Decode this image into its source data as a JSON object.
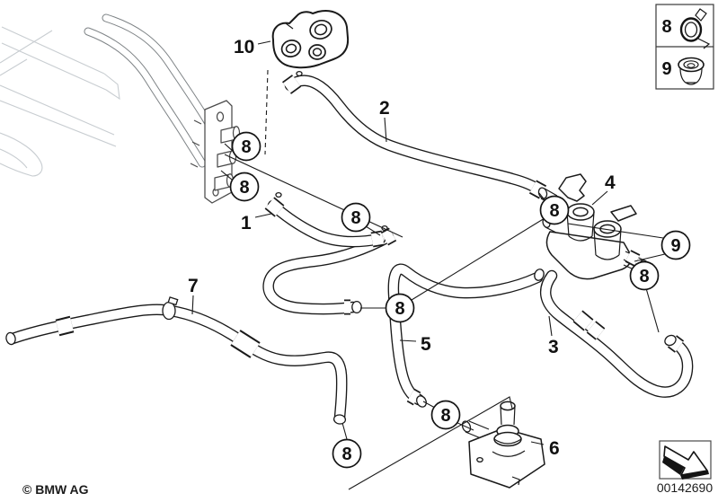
{
  "part_labels": {
    "p1": "1",
    "p2": "2",
    "p3": "3",
    "p4": "4",
    "p5": "5",
    "p6": "6",
    "p7": "7",
    "p10": "10"
  },
  "callouts": {
    "clamp": "8",
    "grommet": "9"
  },
  "legend": {
    "clamp_num": "8",
    "grommet_num": "9"
  },
  "footer": {
    "copyright": "© BMW AG",
    "doc_number": "00142690"
  }
}
